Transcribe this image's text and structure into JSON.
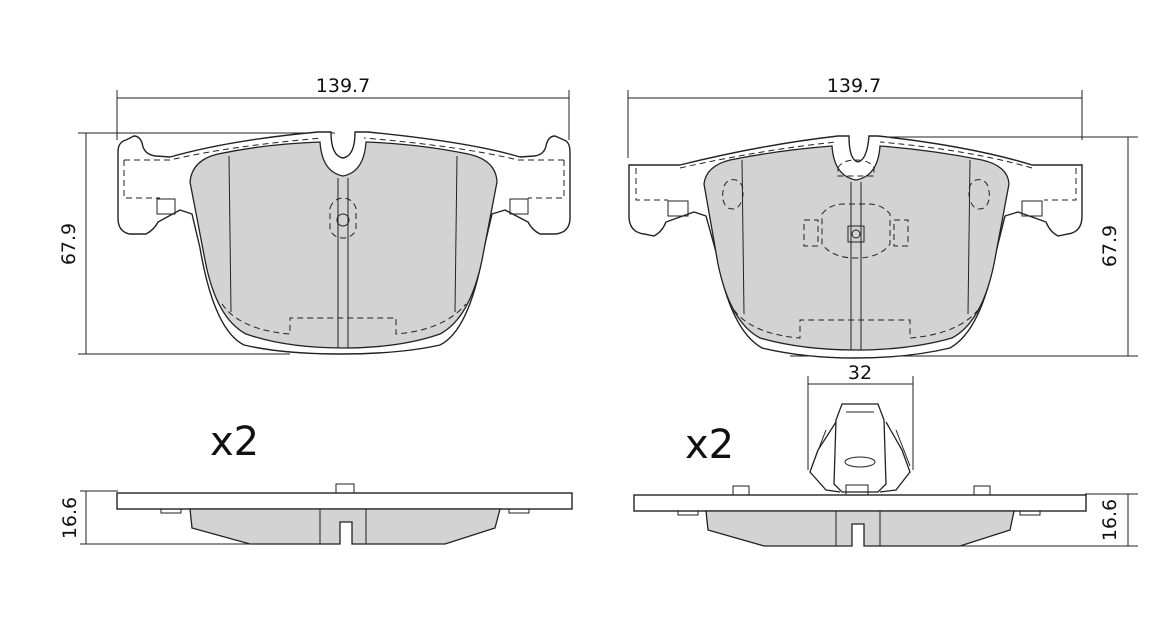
{
  "left_pad": {
    "width_label": "139.7",
    "height_label": "67.9",
    "thickness_label": "16.6",
    "quantity_label": "x2"
  },
  "right_pad": {
    "width_label": "139.7",
    "height_label": "67.9",
    "thickness_label": "16.6",
    "quantity_label": "x2",
    "sensor_width_label": "32"
  }
}
